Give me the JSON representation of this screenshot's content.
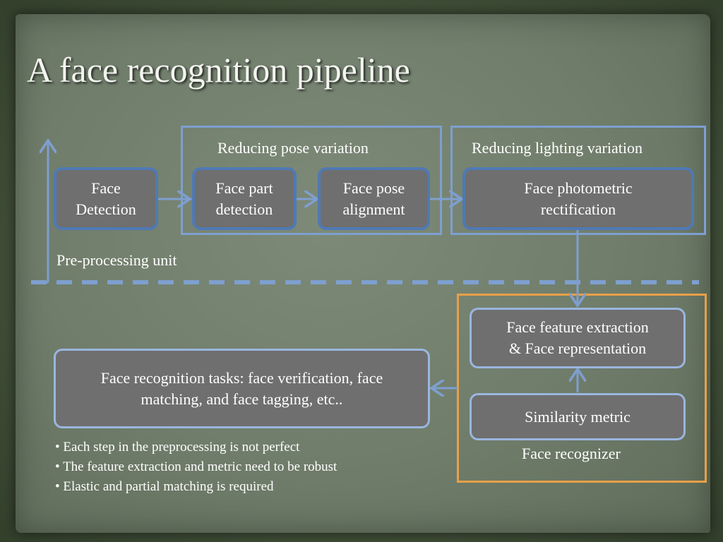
{
  "title": "A face recognition pipeline",
  "groups": {
    "pose": "Reducing pose variation",
    "lighting": "Reducing lighting variation",
    "preprocessing": "Pre-processing unit",
    "recognizer": "Face recognizer"
  },
  "boxes": {
    "face_detection": [
      "Face",
      "Detection"
    ],
    "face_part_detection": [
      "Face part",
      "detection"
    ],
    "face_pose_alignment": [
      "Face pose",
      "alignment"
    ],
    "photometric": [
      "Face photometric",
      "rectification"
    ],
    "feature_extraction": [
      "Face feature extraction",
      "& Face representation"
    ],
    "similarity": [
      "Similarity metric"
    ],
    "tasks": [
      "Face recognition tasks: face verification, face",
      "matching, and face tagging, etc.."
    ]
  },
  "bullets": [
    "Each step in the preprocessing is not perfect",
    "The feature extraction and metric need to be robust",
    "Elastic and partial matching is required"
  ],
  "colors": {
    "arrow_blue": "#7e9fcf",
    "box_border_blue": "#4f79b5",
    "recognizer_orange": "#e8a04a",
    "box_fill": "#6f6f6f"
  }
}
